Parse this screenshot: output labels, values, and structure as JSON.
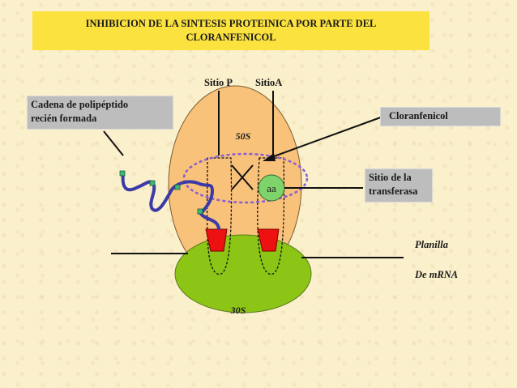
{
  "title": {
    "line1": "INHIBICION DE LA SINTESIS PROTEINICA POR PARTE DEL",
    "line2": "CLORANFENICOL"
  },
  "labels": {
    "sitio_p": "Sitio P",
    "sitio_a": "SitioA",
    "cadena_line1": "Cadena de polipéptido",
    "cadena_line2": "recién formada",
    "cloranfenicol": "Cloranfenicol",
    "transferasa_line1": "Sitio de la",
    "transferasa_line2": "transferasa",
    "subunit_50s": "50S",
    "subunit_30s": "30S",
    "aa": "aa",
    "planilla": "Planilla",
    "mrna": "De mRNA"
  },
  "colors": {
    "title_bg": "#fbe23f",
    "subunit_50s": "#f9c27a",
    "subunit_30s": "#8cc515",
    "aa_circle": "#7fd36b",
    "trna": "#ee1111",
    "chain": "#3a3aa8",
    "chain_link": "#3cb878",
    "transferase_ring": "#8a5fd0"
  }
}
